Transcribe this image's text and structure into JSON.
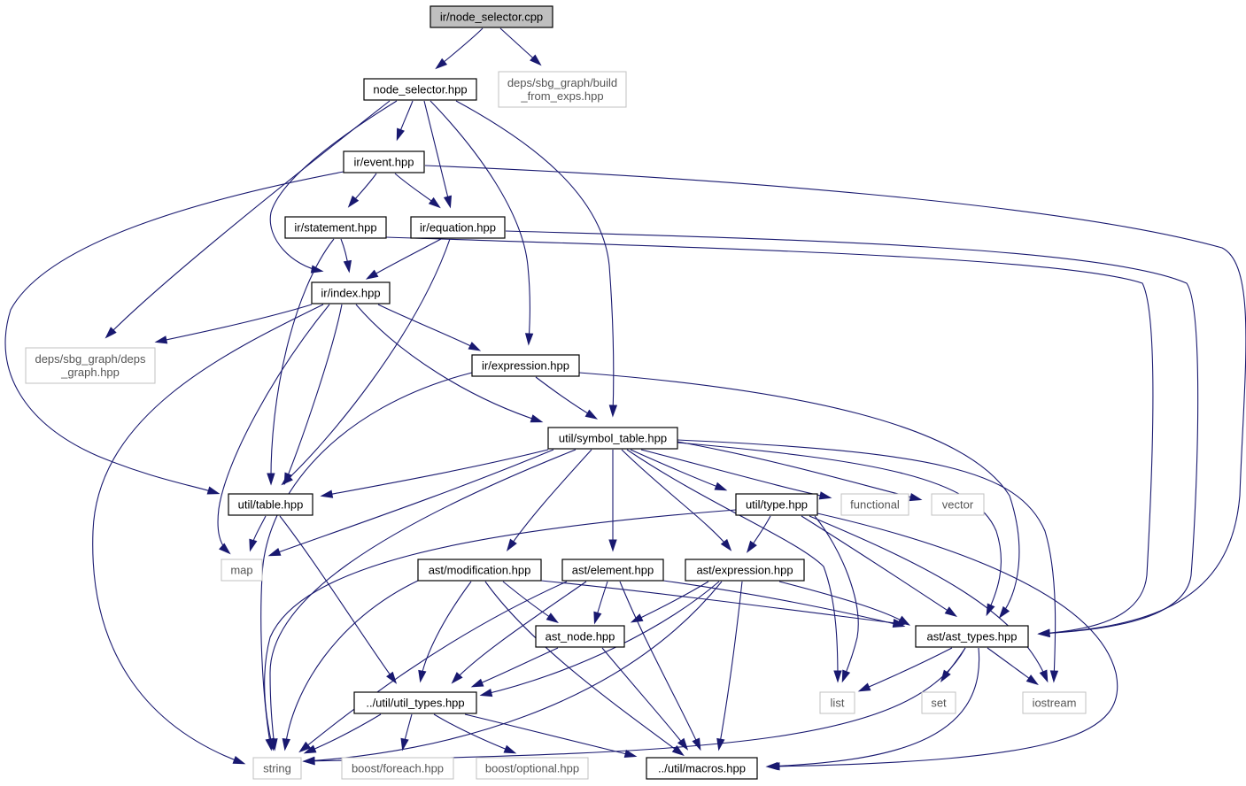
{
  "diagram": {
    "colors": {
      "edge": "#191970",
      "root_fill": "#bfbfbf",
      "external_border": "#c0c0c0",
      "node_border": "#000000"
    },
    "nodes": [
      {
        "id": "n0",
        "lines": [
          "ir/node_selector.cpp"
        ],
        "kind": "root"
      },
      {
        "id": "n1",
        "lines": [
          "node_selector.hpp"
        ],
        "kind": "local"
      },
      {
        "id": "n2",
        "lines": [
          "deps/sbg_graph/build",
          "_from_exps.hpp"
        ],
        "kind": "external"
      },
      {
        "id": "n3",
        "lines": [
          "ir/event.hpp"
        ],
        "kind": "local"
      },
      {
        "id": "n4",
        "lines": [
          "ir/statement.hpp"
        ],
        "kind": "local"
      },
      {
        "id": "n5",
        "lines": [
          "ir/equation.hpp"
        ],
        "kind": "local"
      },
      {
        "id": "n6",
        "lines": [
          "ir/index.hpp"
        ],
        "kind": "local"
      },
      {
        "id": "n7",
        "lines": [
          "deps/sbg_graph/deps",
          "_graph.hpp"
        ],
        "kind": "external"
      },
      {
        "id": "n8",
        "lines": [
          "ir/expression.hpp"
        ],
        "kind": "local"
      },
      {
        "id": "n9",
        "lines": [
          "util/symbol_table.hpp"
        ],
        "kind": "local"
      },
      {
        "id": "n10",
        "lines": [
          "util/table.hpp"
        ],
        "kind": "local"
      },
      {
        "id": "n11",
        "lines": [
          "util/type.hpp"
        ],
        "kind": "local"
      },
      {
        "id": "n12",
        "lines": [
          "functional"
        ],
        "kind": "external"
      },
      {
        "id": "n13",
        "lines": [
          "vector"
        ],
        "kind": "external"
      },
      {
        "id": "n14",
        "lines": [
          "map"
        ],
        "kind": "external"
      },
      {
        "id": "n15",
        "lines": [
          "ast/modification.hpp"
        ],
        "kind": "local"
      },
      {
        "id": "n16",
        "lines": [
          "ast/element.hpp"
        ],
        "kind": "local"
      },
      {
        "id": "n17",
        "lines": [
          "ast/expression.hpp"
        ],
        "kind": "local"
      },
      {
        "id": "n18",
        "lines": [
          "ast_node.hpp"
        ],
        "kind": "local"
      },
      {
        "id": "n19",
        "lines": [
          "ast/ast_types.hpp"
        ],
        "kind": "local"
      },
      {
        "id": "n20",
        "lines": [
          "../util/util_types.hpp"
        ],
        "kind": "local"
      },
      {
        "id": "n21",
        "lines": [
          "list"
        ],
        "kind": "external"
      },
      {
        "id": "n22",
        "lines": [
          "set"
        ],
        "kind": "external"
      },
      {
        "id": "n23",
        "lines": [
          "iostream"
        ],
        "kind": "external"
      },
      {
        "id": "n24",
        "lines": [
          "string"
        ],
        "kind": "external"
      },
      {
        "id": "n25",
        "lines": [
          "boost/foreach.hpp"
        ],
        "kind": "external"
      },
      {
        "id": "n26",
        "lines": [
          "boost/optional.hpp"
        ],
        "kind": "external"
      },
      {
        "id": "n27",
        "lines": [
          "../util/macros.hpp"
        ],
        "kind": "local"
      }
    ],
    "edges": [
      {
        "from": "n0",
        "to": "n1"
      },
      {
        "from": "n0",
        "to": "n2"
      },
      {
        "from": "n1",
        "to": "n3"
      },
      {
        "from": "n1",
        "to": "n5"
      },
      {
        "from": "n1",
        "to": "n6"
      },
      {
        "from": "n1",
        "to": "n7"
      },
      {
        "from": "n1",
        "to": "n8"
      },
      {
        "from": "n1",
        "to": "n9"
      },
      {
        "from": "n3",
        "to": "n4"
      },
      {
        "from": "n3",
        "to": "n5"
      },
      {
        "from": "n3",
        "to": "n10"
      },
      {
        "from": "n3",
        "to": "n19"
      },
      {
        "from": "n4",
        "to": "n6"
      },
      {
        "from": "n4",
        "to": "n10"
      },
      {
        "from": "n4",
        "to": "n19"
      },
      {
        "from": "n5",
        "to": "n6"
      },
      {
        "from": "n5",
        "to": "n10"
      },
      {
        "from": "n5",
        "to": "n19"
      },
      {
        "from": "n6",
        "to": "n7"
      },
      {
        "from": "n6",
        "to": "n8"
      },
      {
        "from": "n6",
        "to": "n9"
      },
      {
        "from": "n6",
        "to": "n10"
      },
      {
        "from": "n6",
        "to": "n14"
      },
      {
        "from": "n6",
        "to": "n24"
      },
      {
        "from": "n8",
        "to": "n9"
      },
      {
        "from": "n8",
        "to": "n19"
      },
      {
        "from": "n8",
        "to": "n24"
      },
      {
        "from": "n9",
        "to": "n10"
      },
      {
        "from": "n9",
        "to": "n11"
      },
      {
        "from": "n9",
        "to": "n12"
      },
      {
        "from": "n9",
        "to": "n13"
      },
      {
        "from": "n9",
        "to": "n14"
      },
      {
        "from": "n9",
        "to": "n15"
      },
      {
        "from": "n9",
        "to": "n16"
      },
      {
        "from": "n9",
        "to": "n17"
      },
      {
        "from": "n9",
        "to": "n19"
      },
      {
        "from": "n9",
        "to": "n21"
      },
      {
        "from": "n9",
        "to": "n23"
      },
      {
        "from": "n9",
        "to": "n24"
      },
      {
        "from": "n10",
        "to": "n14"
      },
      {
        "from": "n10",
        "to": "n20"
      },
      {
        "from": "n11",
        "to": "n17"
      },
      {
        "from": "n11",
        "to": "n19"
      },
      {
        "from": "n11",
        "to": "n21"
      },
      {
        "from": "n11",
        "to": "n23"
      },
      {
        "from": "n11",
        "to": "n24"
      },
      {
        "from": "n11",
        "to": "n27"
      },
      {
        "from": "n15",
        "to": "n18"
      },
      {
        "from": "n15",
        "to": "n19"
      },
      {
        "from": "n15",
        "to": "n20"
      },
      {
        "from": "n15",
        "to": "n24"
      },
      {
        "from": "n15",
        "to": "n27"
      },
      {
        "from": "n16",
        "to": "n18"
      },
      {
        "from": "n16",
        "to": "n19"
      },
      {
        "from": "n16",
        "to": "n20"
      },
      {
        "from": "n16",
        "to": "n24"
      },
      {
        "from": "n16",
        "to": "n27"
      },
      {
        "from": "n17",
        "to": "n18"
      },
      {
        "from": "n17",
        "to": "n19"
      },
      {
        "from": "n17",
        "to": "n20"
      },
      {
        "from": "n17",
        "to": "n24"
      },
      {
        "from": "n17",
        "to": "n27"
      },
      {
        "from": "n18",
        "to": "n20"
      },
      {
        "from": "n18",
        "to": "n27"
      },
      {
        "from": "n19",
        "to": "n21"
      },
      {
        "from": "n19",
        "to": "n22"
      },
      {
        "from": "n19",
        "to": "n23"
      },
      {
        "from": "n19",
        "to": "n24"
      },
      {
        "from": "n19",
        "to": "n27"
      },
      {
        "from": "n20",
        "to": "n24"
      },
      {
        "from": "n20",
        "to": "n25"
      },
      {
        "from": "n20",
        "to": "n26"
      },
      {
        "from": "n20",
        "to": "n27"
      }
    ]
  }
}
